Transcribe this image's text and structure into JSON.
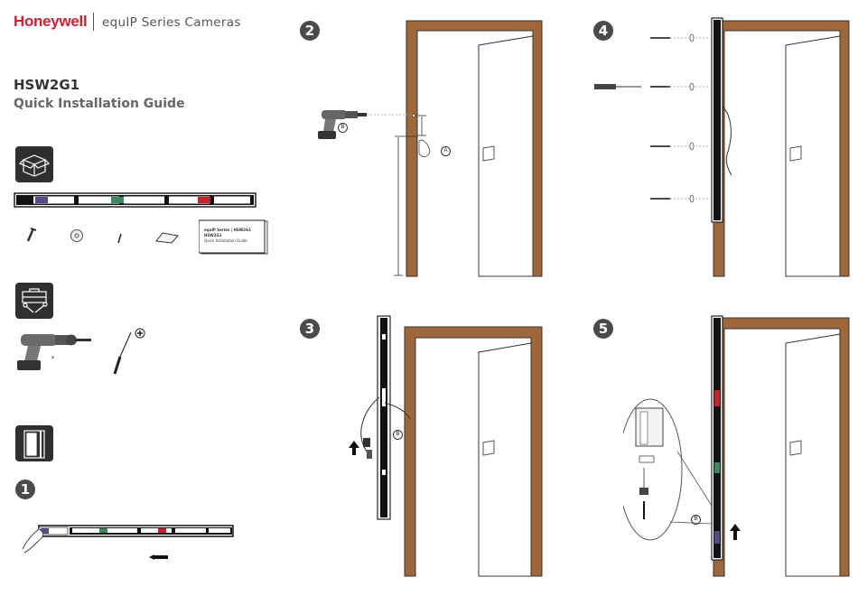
{
  "header": {
    "brand": "Honeywell",
    "series": "equIP Series Cameras"
  },
  "document": {
    "model": "HSW2G1",
    "title": "Quick Installation Guide"
  },
  "kit_card": {
    "line1": "equIP Series | HSW2G1",
    "line2": "HSW2G1",
    "line3": "Quick Installation Guide"
  },
  "steps": {
    "s1": "1",
    "s2": "2",
    "s3": "3",
    "s4": "4",
    "s5": "5"
  },
  "callouts": {
    "a": "A",
    "b": "B"
  },
  "colors": {
    "door_frame": "#a0673a",
    "brand_red": "#d22030",
    "strip_purple": "#5a4a8c",
    "strip_green": "#3b8a5c",
    "strip_red": "#c8202c"
  }
}
